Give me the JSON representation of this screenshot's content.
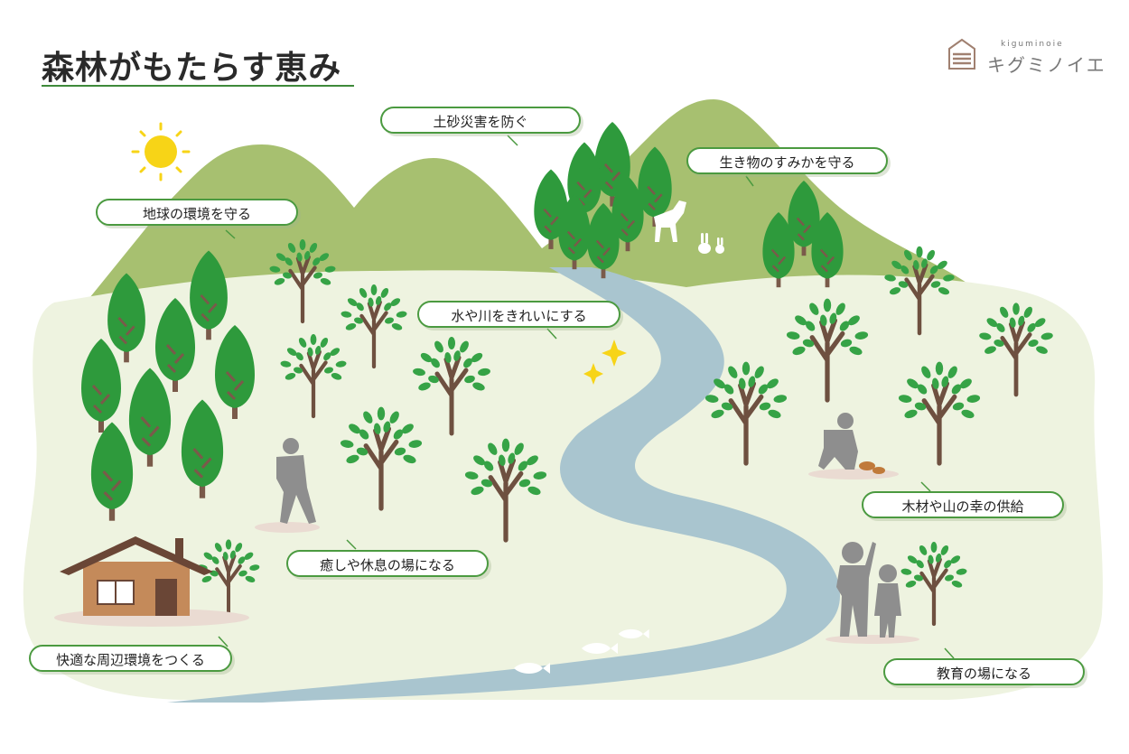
{
  "header": {
    "title": "森林がもたらす恵み",
    "brand_roman": "kiguminoie",
    "brand_name": "キグミノイエ"
  },
  "labels": [
    {
      "key": "erosion",
      "text": "土砂災害を防ぐ"
    },
    {
      "key": "habitat",
      "text": "生き物のすみかを守る"
    },
    {
      "key": "environment",
      "text": "地球の環境を守る"
    },
    {
      "key": "water",
      "text": "水や川をきれいにする"
    },
    {
      "key": "timber",
      "text": "木材や山の幸の供給"
    },
    {
      "key": "healing",
      "text": "癒しや休息の場になる"
    },
    {
      "key": "living",
      "text": "快適な周辺環境をつくる"
    },
    {
      "key": "education",
      "text": "教育の場になる"
    }
  ],
  "colors": {
    "mountain": "#a7c070",
    "meadow": "#eef3e0",
    "river": "#a9c5cf",
    "conifer": "#2e9a3c",
    "leaf": "#36a346",
    "trunk": "#7a5a4a",
    "silhouette": "#8e8e8e",
    "sun": "#f7d417",
    "accent_line": "#3f8a3a",
    "label_border": "#4b9a40"
  },
  "icons": [
    "sun-icon",
    "sparkle-icon",
    "house-logo-icon",
    "wolf-icon",
    "rabbit-icon",
    "fish-icon",
    "mushroom-icon"
  ]
}
